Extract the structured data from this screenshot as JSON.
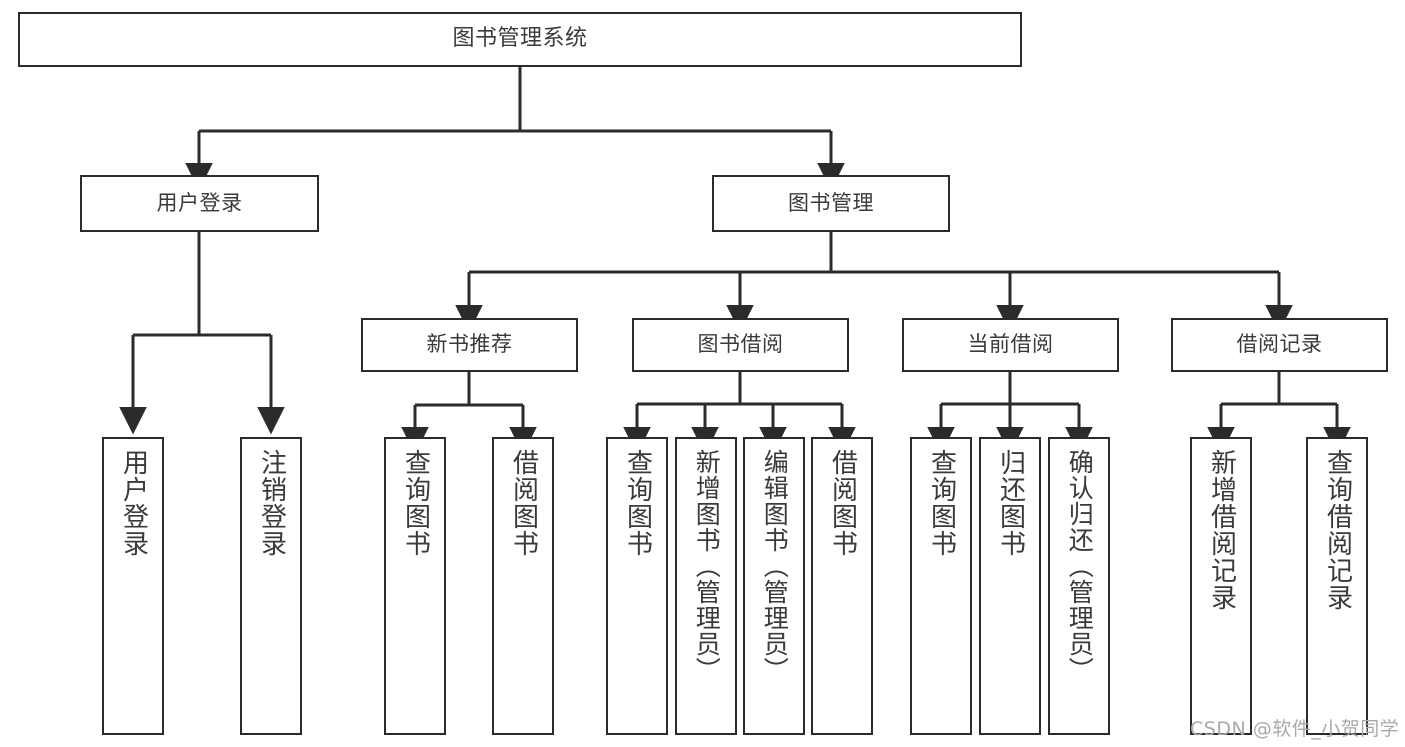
{
  "diagram": {
    "title": "图书管理系统",
    "type": "functional-structure-tree",
    "background_color": "#ffffff",
    "line_color": "#2b2b2b",
    "text_color": "#3a3a3a",
    "watermark": "CSDN @软件_小贺同学"
  },
  "nodes": {
    "root": {
      "label": "图书管理系统"
    },
    "level2": [
      {
        "id": "user-login",
        "label": "用户登录"
      },
      {
        "id": "book-manage",
        "label": "图书管理"
      }
    ],
    "level3": [
      {
        "id": "new-book-recommend",
        "label": "新书推荐"
      },
      {
        "id": "book-borrow",
        "label": "图书借阅"
      },
      {
        "id": "current-borrow",
        "label": "当前借阅"
      },
      {
        "id": "borrow-record",
        "label": "借阅记录"
      }
    ],
    "leaves": [
      {
        "id": "leaf-user-login",
        "label": "用户登录",
        "parent": "user-login"
      },
      {
        "id": "leaf-logout",
        "label": "注销登录",
        "parent": "user-login"
      },
      {
        "id": "leaf-query-book-1",
        "label": "查询图书",
        "parent": "new-book-recommend"
      },
      {
        "id": "leaf-borrow-book-1",
        "label": "借阅图书",
        "parent": "new-book-recommend"
      },
      {
        "id": "leaf-query-book-2",
        "label": "查询图书",
        "parent": "book-borrow"
      },
      {
        "id": "leaf-add-book",
        "label": "新增图书（管理员）",
        "parent": "book-borrow"
      },
      {
        "id": "leaf-edit-book",
        "label": "编辑图书（管理员）",
        "parent": "book-borrow"
      },
      {
        "id": "leaf-borrow-book-2",
        "label": "借阅图书",
        "parent": "book-borrow"
      },
      {
        "id": "leaf-query-book-3",
        "label": "查询图书",
        "parent": "current-borrow"
      },
      {
        "id": "leaf-return-book",
        "label": "归还图书",
        "parent": "current-borrow"
      },
      {
        "id": "leaf-confirm-return",
        "label": "确认归还（管理员）",
        "parent": "current-borrow"
      },
      {
        "id": "leaf-add-record",
        "label": "新增借阅记录",
        "parent": "borrow-record"
      },
      {
        "id": "leaf-query-record",
        "label": "查询借阅记录",
        "parent": "borrow-record"
      }
    ]
  }
}
